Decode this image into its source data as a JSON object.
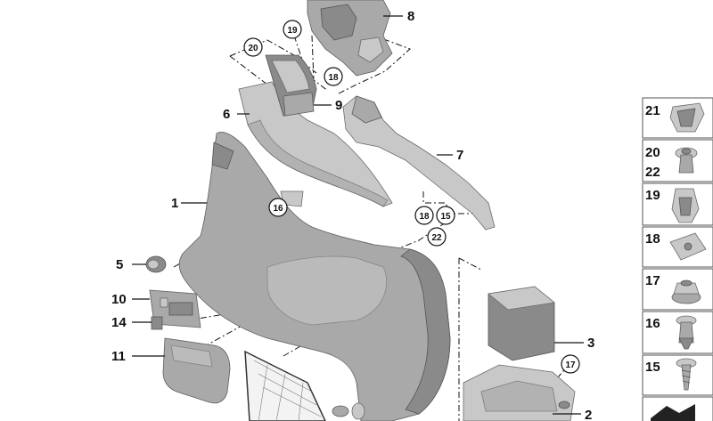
{
  "callouts": {
    "c1": "1",
    "c2": "2",
    "c3": "3",
    "c5": "5",
    "c6": "6",
    "c7": "7",
    "c8": "8",
    "c9": "9",
    "c10": "10",
    "c11": "11",
    "c14": "14"
  },
  "circled": {
    "c15": "15",
    "c16": "16",
    "c17": "17",
    "c18a": "18",
    "c18b": "18",
    "c19": "19",
    "c20": "20",
    "c22": "22"
  },
  "legend": {
    "items": [
      {
        "labels": [
          "21"
        ],
        "icon": "trim-clip-icon"
      },
      {
        "labels": [
          "20",
          "22"
        ],
        "icon": "expanding-rivet-icon"
      },
      {
        "labels": [
          "19"
        ],
        "icon": "spring-clip-icon"
      },
      {
        "labels": [
          "18"
        ],
        "icon": "speed-nut-icon"
      },
      {
        "labels": [
          "17"
        ],
        "icon": "hex-flange-nut-icon"
      },
      {
        "labels": [
          "16"
        ],
        "icon": "push-rivet-icon"
      },
      {
        "labels": [
          "15"
        ],
        "icon": "screw-rivet-icon"
      },
      {
        "labels": [],
        "icon": "direction-arrow-icon"
      }
    ]
  }
}
